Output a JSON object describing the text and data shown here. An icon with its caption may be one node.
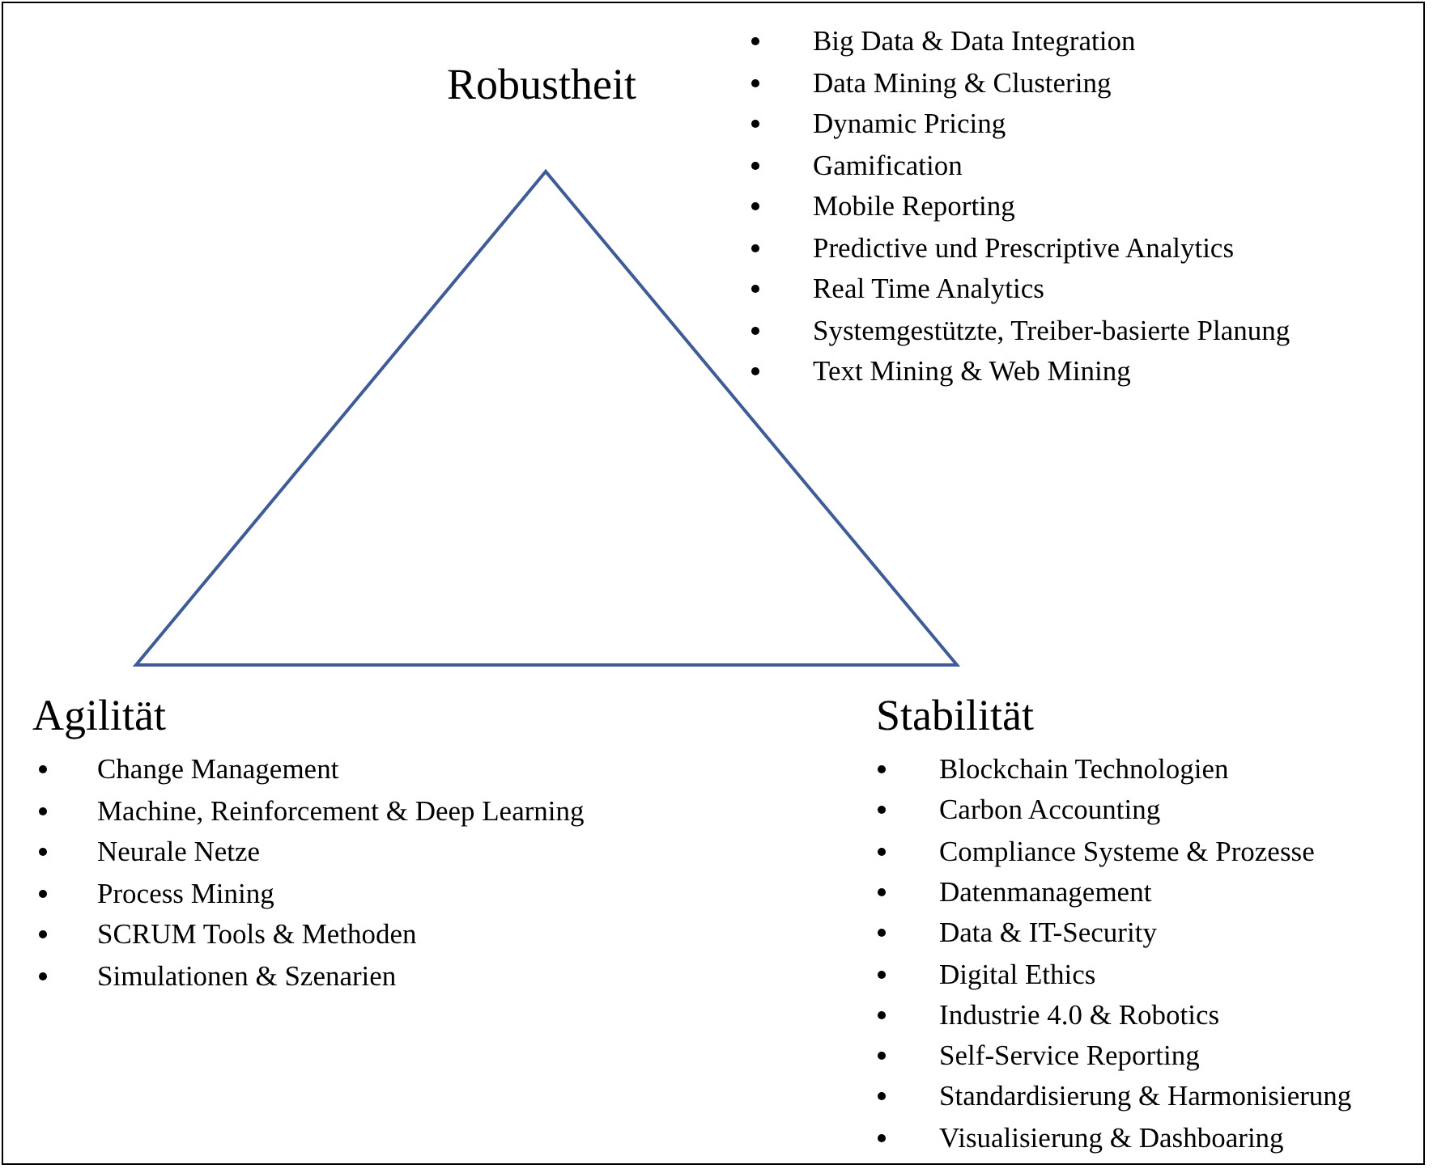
{
  "diagram": {
    "labels": [
      "Robustheit",
      "Big Data & Data Integration",
      "Data Mining & Clustering",
      "Dynamic Pricing",
      "Gamification",
      "Mobile Reporting",
      "Predictive und Prescriptive Analytics",
      "Real Time Analytics",
      "Systemgestützte, Treiber-basierte Planung",
      "Text Mining & Web Mining",
      "Agilität",
      "Change Management",
      "Machine, Reinforcement & Deep Learning",
      "Neurale Netze",
      "Process Mining",
      "SCRUM Tools & Methoden",
      "Simulationen & Szenarien",
      "Stabilität",
      "Blockchain Technologien",
      "Carbon Accounting",
      "Compliance Systeme & Prozesse",
      "Datenmanagement",
      "Data & IT-Security",
      "Digital Ethics",
      "Industrie 4.0 & Robotics",
      "Self-Service Reporting",
      "Standardisierung & Harmonisierung",
      "Visualisierung & Dashboaring"
    ]
  }
}
